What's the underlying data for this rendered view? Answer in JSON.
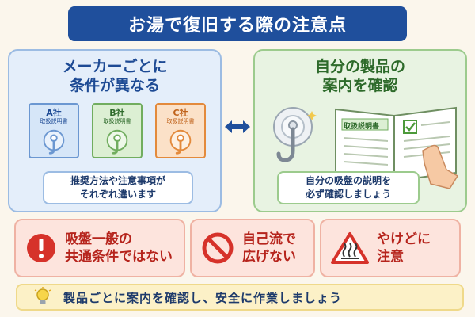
{
  "title": "お湯で復旧する際の注意点",
  "left_panel": {
    "heading_line1": "メーカーごとに",
    "heading_line2": "条件が異なる",
    "books": [
      {
        "label": "A社",
        "sub": "取扱説明書"
      },
      {
        "label": "B社",
        "sub": "取扱説明書"
      },
      {
        "label": "C社",
        "sub": "取扱説明書"
      }
    ],
    "note_line1": "推奨方法や注意事項が",
    "note_line2": "それぞれ違います"
  },
  "right_panel": {
    "heading_line1": "自分の製品の",
    "heading_line2": "案内を確認",
    "manual_label": "取扱説明書",
    "note_line1": "自分の吸盤の説明を",
    "note_line2": "必ず確認しましょう"
  },
  "warnings": [
    {
      "line1": "吸盤一般の",
      "line2": "共通条件ではない",
      "icon": "exclamation-icon"
    },
    {
      "line1": "自己流で",
      "line2": "広げない",
      "icon": "prohibited-icon"
    },
    {
      "line1": "やけどに",
      "line2": "注意",
      "icon": "hot-warning-icon"
    }
  ],
  "bottom": {
    "text": "製品ごとに案内を確認し、安全に作業しましょう",
    "icon": "lightbulb-icon"
  },
  "colors": {
    "title_bg": "#1f4f9c",
    "left_accent": "#1d4a94",
    "right_accent": "#2d6a2a",
    "warning_red": "#b6241c",
    "warning_bg": "#fde4dd",
    "bottom_bg": "#fcf1c7"
  }
}
